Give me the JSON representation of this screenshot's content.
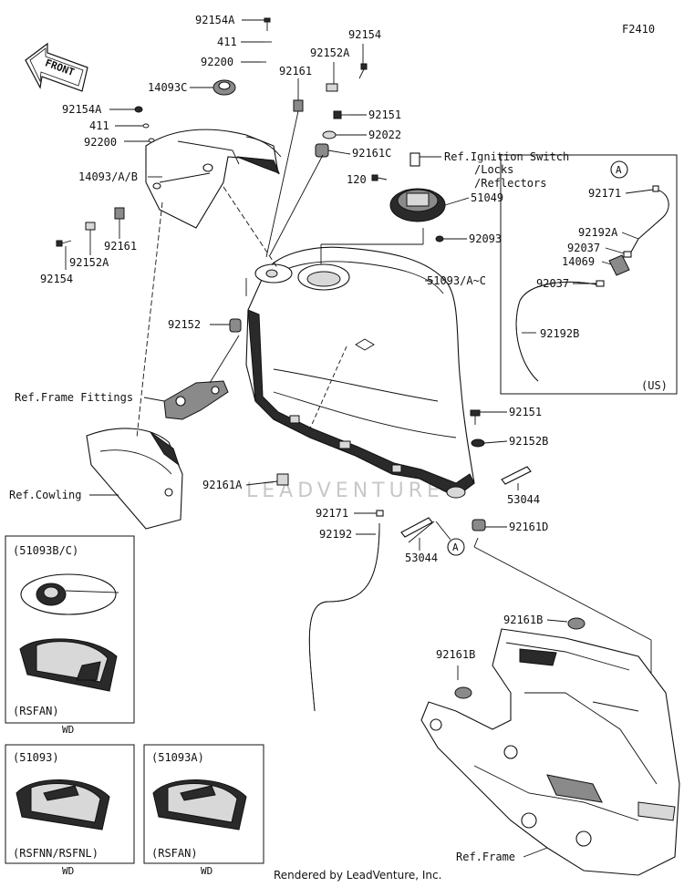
{
  "diagram_code": "F2410",
  "front_label": "FRONT",
  "watermark": "LEADVENTURE",
  "footer": "Rendered by LeadVenture, Inc.",
  "labels": {
    "p92154A_top": "92154A",
    "p411_top": "411",
    "p92200_top": "92200",
    "p92154_top": "92154",
    "p92152A_top": "92152A",
    "p92161_top": "92161",
    "p14093C": "14093C",
    "p92154A_left": "92154A",
    "p411_left": "411",
    "p92200_left": "92200",
    "p14093AB": "14093/A/B",
    "p92161_left": "92161",
    "p92152A_left": "92152A",
    "p92154_left": "92154",
    "p92151_top": "92151",
    "p92022": "92022",
    "p92161C": "92161C",
    "ref_ignition_1": "Ref.Ignition Switch",
    "ref_ignition_2": "/Locks",
    "ref_ignition_3": "/Reflectors",
    "p120": "120",
    "p51049": "51049",
    "p92093": "92093",
    "p51093AC": "51093/A~C",
    "p92152_mid": "92152",
    "ref_frame_fittings": "Ref.Frame Fittings",
    "ref_cowling": "Ref.Cowling",
    "p92161A": "92161A",
    "p92151_mid": "92151",
    "p92152B": "92152B",
    "p53044_right": "53044",
    "p92171_mid": "92171",
    "p92192": "92192",
    "p53044_mid": "53044",
    "p92161D": "92161D",
    "p92161B_right": "92161B",
    "p92161B_left": "92161B",
    "ref_frame": "Ref.Frame"
  },
  "inset_us": {
    "marker": "A",
    "p92171": "92171",
    "p92192A": "92192A",
    "p92037_a": "92037",
    "p14069": "14069",
    "p92037_b": "92037",
    "p92192B": "92192B",
    "region": "(US)"
  },
  "marker_main": "A",
  "variants": [
    {
      "part": "(51093B/C)",
      "model": "(RSFAN)",
      "wd": "WD"
    },
    {
      "part": "(51093)",
      "model": "(RSFNN/RSFNL)",
      "wd": "WD"
    },
    {
      "part": "(51093A)",
      "model": "(RSFAN)",
      "wd": "WD"
    }
  ]
}
